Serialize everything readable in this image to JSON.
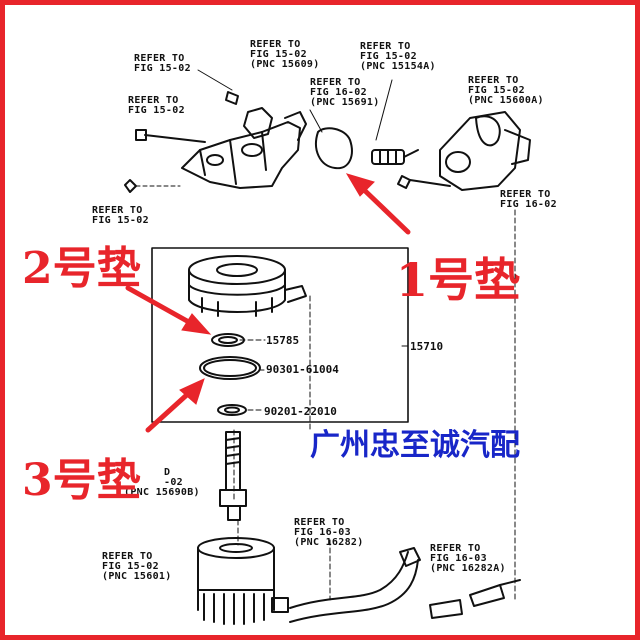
{
  "refs": [
    {
      "id": "r1",
      "lines": [
        "REFER TO",
        "FIG 15-02"
      ]
    },
    {
      "id": "r2",
      "lines": [
        "REFER TO",
        "FIG 15-02",
        "(PNC 15609)"
      ]
    },
    {
      "id": "r3",
      "lines": [
        "REFER TO",
        "FIG 15-02",
        "(PNC 15154A)"
      ]
    },
    {
      "id": "r4",
      "lines": [
        "REFER TO",
        "FIG 16-02",
        "(PNC 15691)"
      ]
    },
    {
      "id": "r5",
      "lines": [
        "REFER TO",
        "FIG 15-02"
      ]
    },
    {
      "id": "r6",
      "lines": [
        "REFER TO",
        "FIG 15-02",
        "(PNC 15600A)"
      ]
    },
    {
      "id": "r7",
      "lines": [
        "REFER TO",
        "FIG 16-02"
      ]
    },
    {
      "id": "r8",
      "lines": [
        "REFER TO",
        "FIG 15-02"
      ]
    },
    {
      "id": "r9",
      "lines": [
        "D",
        "-02",
        "(PNC 15690B)"
      ]
    },
    {
      "id": "r10",
      "lines": [
        "REFER TO",
        "FIG 16-03",
        "(PNC 16282)"
      ]
    },
    {
      "id": "r11",
      "lines": [
        "REFER TO",
        "FIG 16-03",
        "(PNC 16282A)"
      ]
    },
    {
      "id": "r12",
      "lines": [
        "REFER TO",
        "FIG 15-02",
        "(PNC 15601)"
      ]
    }
  ],
  "parts": {
    "p15785": "15785",
    "p90301": "90301-61004",
    "p90201": "90201-22010",
    "p15710": "15710"
  },
  "callouts": {
    "gasket1": "1号垫",
    "gasket2": "2号垫",
    "gasket3": "3号垫"
  },
  "watermark": "广州忠至诚汽配",
  "colors": {
    "frame": "#e8252b",
    "callout": "#e8252b",
    "watermark": "#1826c8",
    "ink": "#111111"
  }
}
